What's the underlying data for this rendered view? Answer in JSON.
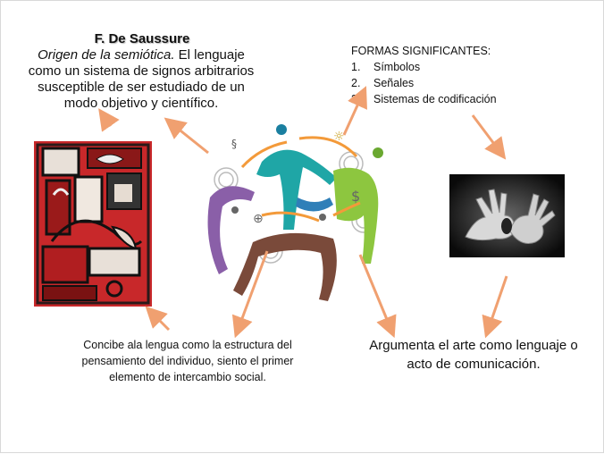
{
  "slide": {
    "title": "F. De Saussure",
    "description_italic": "Origen de la semiótica.",
    "description_rest": " El lenguaje como un sistema de signos arbitrarios susceptible  de ser estudiado de un modo objetivo y científico.",
    "formas": {
      "heading": "FORMAS SIGNIFICANTES:",
      "items": [
        {
          "num": "1.",
          "label": "Símbolos"
        },
        {
          "num": "2.",
          "label": "Señales"
        },
        {
          "num": "3.",
          "label": "Sistemas de codificación"
        }
      ]
    },
    "concibe": "Concibe ala lengua como la estructura del pensamiento del individuo, siento el primer elemento de intercambio social.",
    "arte": "Argumenta el arte   como lenguaje o acto de comunicación."
  },
  "colors": {
    "arrow": "#f0a070",
    "painting_red": "#c8282a",
    "figure_teal": "#1fa6a6",
    "figure_green": "#8dc63f",
    "figure_purple": "#8a5fa8",
    "figure_brown": "#7a4a3a",
    "figure_blue": "#2f7fb8"
  },
  "icons": [
    "painting-image",
    "people-circle-illustration",
    "hands-image",
    "connector-arrow"
  ]
}
